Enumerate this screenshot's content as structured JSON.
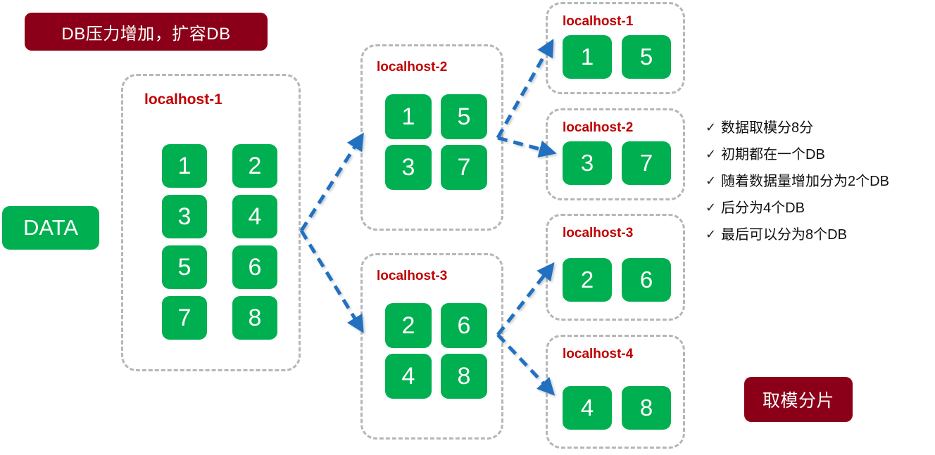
{
  "banners": {
    "top": "DB压力增加，扩容DB",
    "bottom": "取模分片"
  },
  "source": {
    "label": "DATA"
  },
  "colors": {
    "shard_green": "#00b050",
    "host_title_red": "#c00000",
    "banner_dark_red": "#8b0018",
    "arrow_blue": "#2070c0",
    "container_border_gray": "#b6b6b6"
  },
  "stages": {
    "stage1": {
      "hosts": [
        {
          "title": "localhost-1",
          "shards": [
            "1",
            "2",
            "3",
            "4",
            "5",
            "6",
            "7",
            "8"
          ]
        }
      ]
    },
    "stage2": {
      "hosts": [
        {
          "title": "localhost-2",
          "shards": [
            "1",
            "5",
            "3",
            "7"
          ]
        },
        {
          "title": "localhost-3",
          "shards": [
            "2",
            "6",
            "4",
            "8"
          ]
        }
      ]
    },
    "stage3": {
      "hosts": [
        {
          "title": "localhost-1",
          "shards": [
            "1",
            "5"
          ]
        },
        {
          "title": "localhost-2",
          "shards": [
            "3",
            "7"
          ]
        },
        {
          "title": "localhost-3",
          "shards": [
            "2",
            "6"
          ]
        },
        {
          "title": "localhost-4",
          "shards": [
            "4",
            "8"
          ]
        }
      ]
    }
  },
  "notes": {
    "marker": "✓",
    "items": [
      "数据取模分8分",
      "初期都在一个DB",
      "随着数据量增加分为2个DB",
      "后分为4个DB",
      "最后可以分为8个DB"
    ]
  }
}
